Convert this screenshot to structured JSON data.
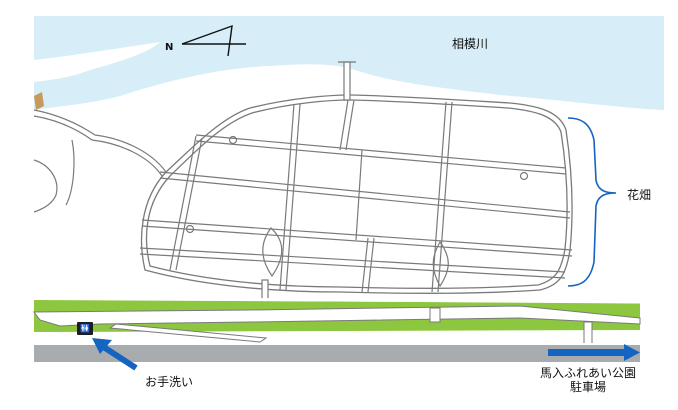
{
  "map": {
    "river_label": "相模川",
    "field_label": "花畑",
    "toilet_label": "お手洗い",
    "parking_label_line1": "馬入ふれあい公園",
    "parking_label_line2": "駐車場",
    "north_label": "N",
    "toilet_icon": "toilet-icon",
    "colors": {
      "river": "#d7edf8",
      "park": "#ffffff",
      "path": "#7a7a7a",
      "grass": "#8dc73f",
      "road": "#a9acae",
      "accent_blue": "#1565c0"
    }
  }
}
